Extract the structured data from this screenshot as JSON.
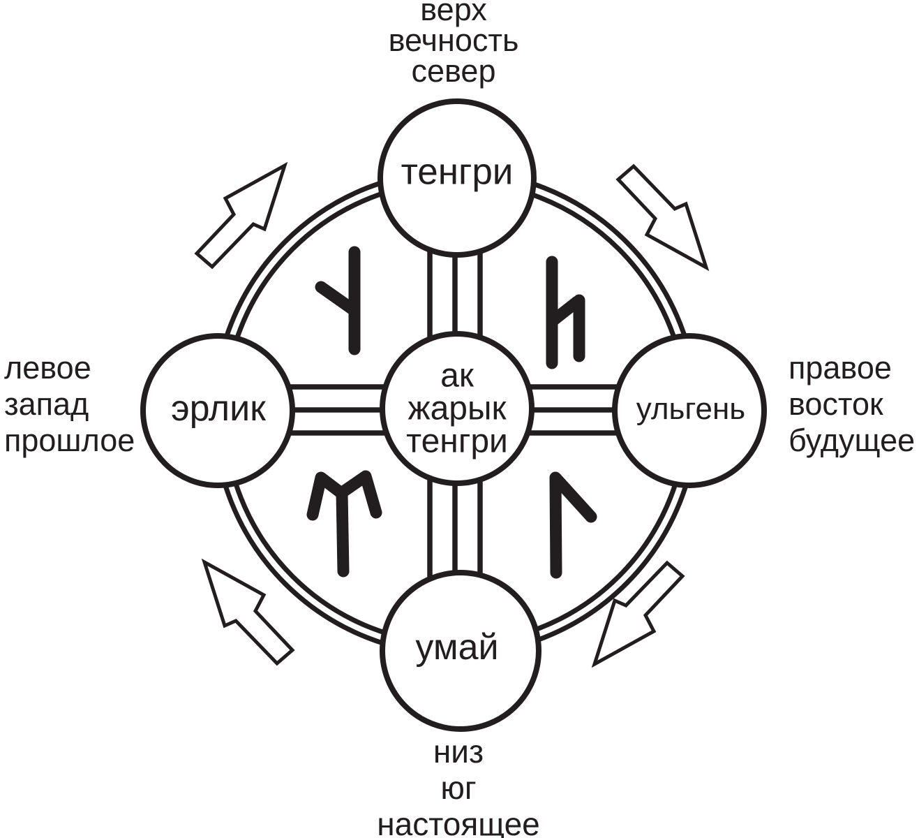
{
  "colors": {
    "ink": "#221e1f",
    "background": "#ffffff"
  },
  "labels": {
    "top": {
      "lines": [
        "верх",
        "вечность",
        "север"
      ]
    },
    "left": {
      "lines": [
        "левое",
        "запад",
        "прошлое"
      ]
    },
    "right": {
      "lines": [
        "правое",
        "восток",
        "будущее"
      ]
    },
    "bottom": {
      "lines": [
        "низ",
        "юг",
        "настоящее"
      ]
    }
  },
  "nodes": {
    "top": {
      "label": "тенгри"
    },
    "center": {
      "lines": [
        "ак",
        "жарык",
        "тенгри"
      ]
    },
    "left": {
      "label": "эрлик"
    },
    "right": {
      "label": "ульгень"
    },
    "bottom": {
      "label": "умай"
    }
  },
  "icons": {
    "runes": [
      {
        "name": "turkic-rune-northwest-icon",
        "shape": "vertical stroke with branch from upper-left"
      },
      {
        "name": "turkic-rune-northeast-icon",
        "shape": "h-like: tall stem, angular shoulder, short right stem"
      },
      {
        "name": "turkic-rune-southwest-icon",
        "shape": "M-shape over vertical stem"
      },
      {
        "name": "turkic-rune-southeast-icon",
        "shape": "vertical stroke with diagonal from top to lower-right"
      }
    ],
    "arrows": {
      "name": "rotation-arrow-icon",
      "count": 4,
      "direction": "clockwise",
      "style": "outlined stepped arrow"
    }
  }
}
